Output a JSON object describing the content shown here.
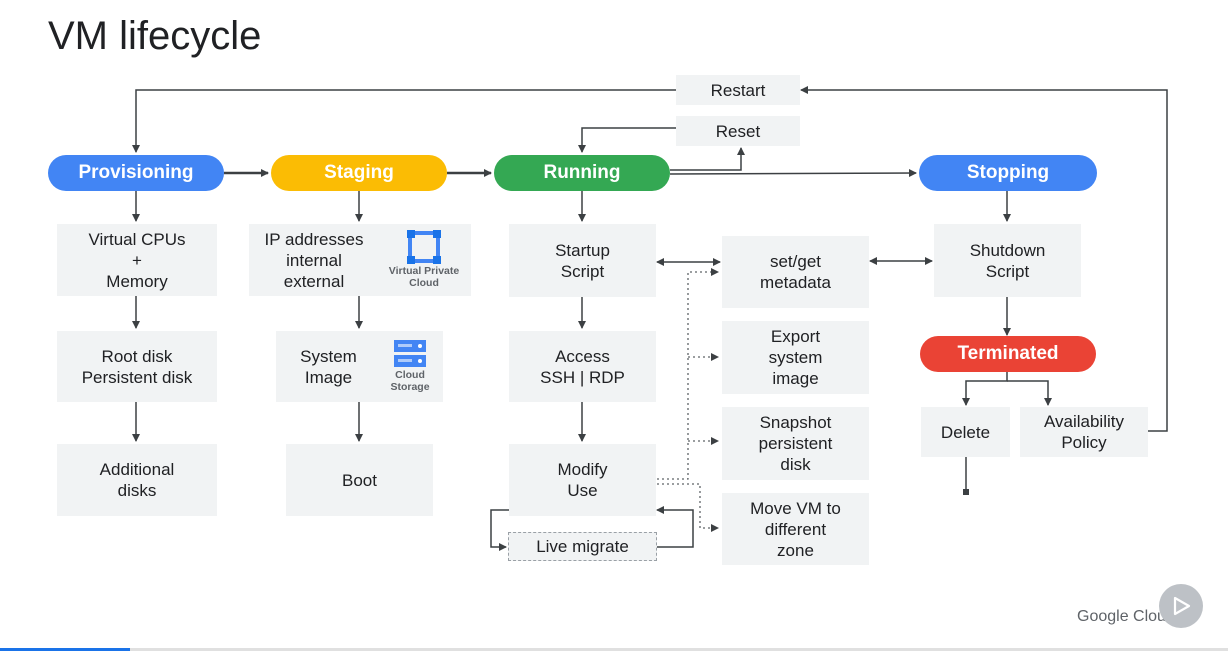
{
  "title": "VM lifecycle",
  "states": {
    "provisioning": "Provisioning",
    "staging": "Staging",
    "running": "Running",
    "stopping": "Stopping",
    "terminated": "Terminated"
  },
  "actions": {
    "restart": "Restart",
    "reset": "Reset"
  },
  "boxes": {
    "vcpu": "Virtual CPUs\n+\nMemory",
    "root_disk": "Root disk\nPersistent disk",
    "additional_disks": "Additional\ndisks",
    "ip_addresses": "IP addresses\ninternal\nexternal",
    "system_image": "System\nImage",
    "boot": "Boot",
    "startup_script": "Startup\nScript",
    "access": "Access\nSSH | RDP",
    "modify_use": "Modify\nUse",
    "live_migrate": "Live migrate",
    "metadata": "set/get\nmetadata",
    "export_image": "Export\nsystem\nimage",
    "snapshot": "Snapshot\npersistent\ndisk",
    "move_vm": "Move VM to\ndifferent\nzone",
    "shutdown_script": "Shutdown\nScript",
    "delete": "Delete",
    "availability_policy": "Availability\nPolicy"
  },
  "icons": {
    "vpc": {
      "name": "virtual-private-cloud-icon",
      "label": "Virtual Private\nCloud"
    },
    "storage": {
      "name": "cloud-storage-icon",
      "label": "Cloud\nStorage"
    },
    "play": "play-icon"
  },
  "brand": "Google Cloud",
  "colors": {
    "blue": "#4285f4",
    "yellow": "#fbbc04",
    "green": "#34a853",
    "red": "#ea4335",
    "box": "#f1f3f4"
  }
}
